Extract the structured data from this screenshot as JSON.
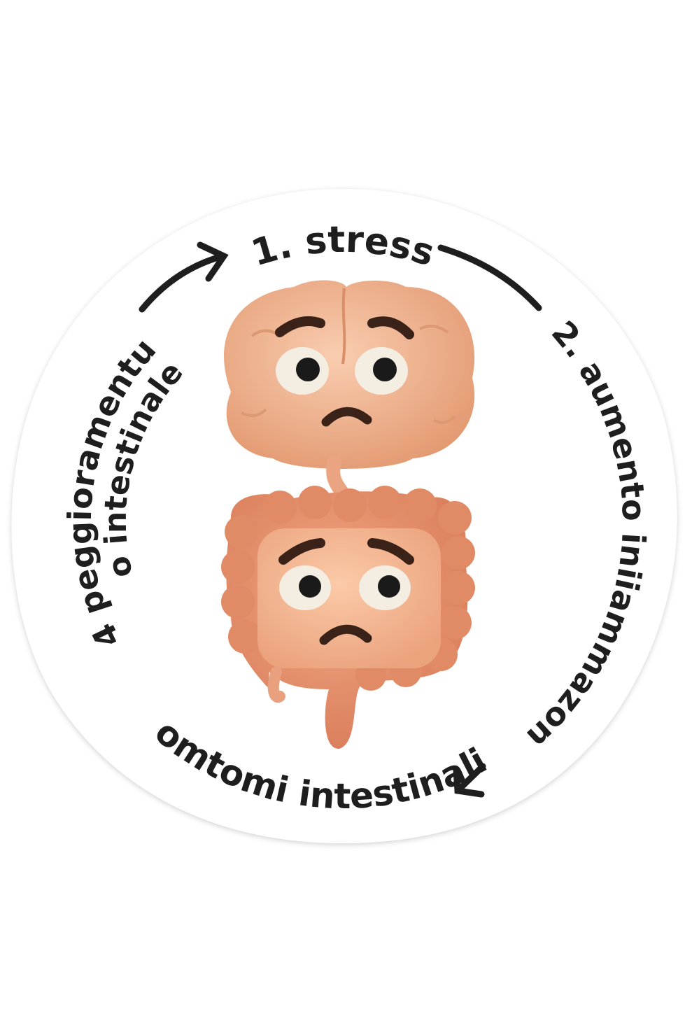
{
  "cycle": {
    "steps": [
      {
        "label": "1. stress"
      },
      {
        "label": "2. aumento iniiammazon"
      },
      {
        "label": "omtomi intestinali"
      },
      {
        "label": "4   peggioramentu",
        "label_line2": "o intestinale"
      }
    ]
  },
  "colors": {
    "text": "#1e1e1e",
    "brain": "#f2b48f",
    "gut": "#e8926e",
    "face": "#f4bb95",
    "features": "#3a2218"
  }
}
